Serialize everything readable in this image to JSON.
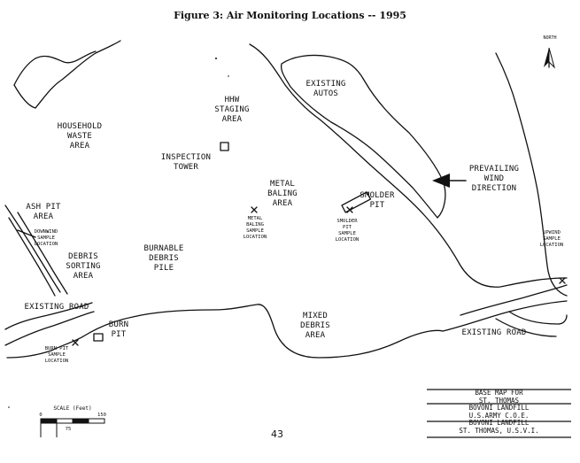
{
  "figure_title": "Figure 3:    Air Monitoring Locations -- 1995",
  "page_number": "43",
  "north_label": "NORTH",
  "areas": {
    "household_waste": [
      "HOUSEHOLD",
      "WASTE",
      "AREA"
    ],
    "hhw_staging": [
      "HHW",
      "STAGING",
      "AREA"
    ],
    "existing_autos": [
      "EXISTING",
      "AUTOS"
    ],
    "inspection_tower": [
      "INSPECTION",
      "TOWER"
    ],
    "prevailing_wind": [
      "PREVAILING",
      "WIND",
      "DIRECTION"
    ],
    "metal_baling": [
      "METAL",
      "BALING",
      "AREA"
    ],
    "smolder_pit": [
      "SMOLDER",
      "PIT"
    ],
    "ash_pit": [
      "ASH PIT",
      "AREA"
    ],
    "debris_sorting": [
      "DEBRIS",
      "SORTING",
      "AREA"
    ],
    "burnable_debris": [
      "BURNABLE",
      "DEBRIS",
      "PILE"
    ],
    "existing_road_left": [
      "EXISTING ROAD"
    ],
    "burn_pit": [
      "BURN",
      "PIT"
    ],
    "mixed_debris": [
      "MIXED",
      "DEBRIS",
      "AREA"
    ],
    "existing_road_right": [
      "EXISTING ROAD"
    ]
  },
  "sample_locations": {
    "metal_baling": [
      "METAL",
      "BALING",
      "SAMPLE",
      "LOCATION"
    ],
    "smolder_pit": [
      "SMOLDER",
      "PIT",
      "SAMPLE",
      "LOCATION"
    ],
    "downwind": [
      "DOWNWIND",
      "SAMPLE",
      "LOCATION"
    ],
    "upwind": [
      "UPWIND",
      "SAMPLE",
      "LOCATION"
    ],
    "burn_pit": [
      "BURN PIT",
      "SAMPLE",
      "LOCATION"
    ]
  },
  "scale": {
    "label": "SCALE (Feet)",
    "ticks": [
      "0",
      "75",
      "150"
    ]
  },
  "title_block": [
    "BASE MAP FOR",
    "ST. THOMAS",
    "BOVONI LANDFILL",
    "U.S.ARMY C.O.E.",
    "BOVONI LANDFILL",
    "ST. THOMAS, U.S.V.I."
  ]
}
